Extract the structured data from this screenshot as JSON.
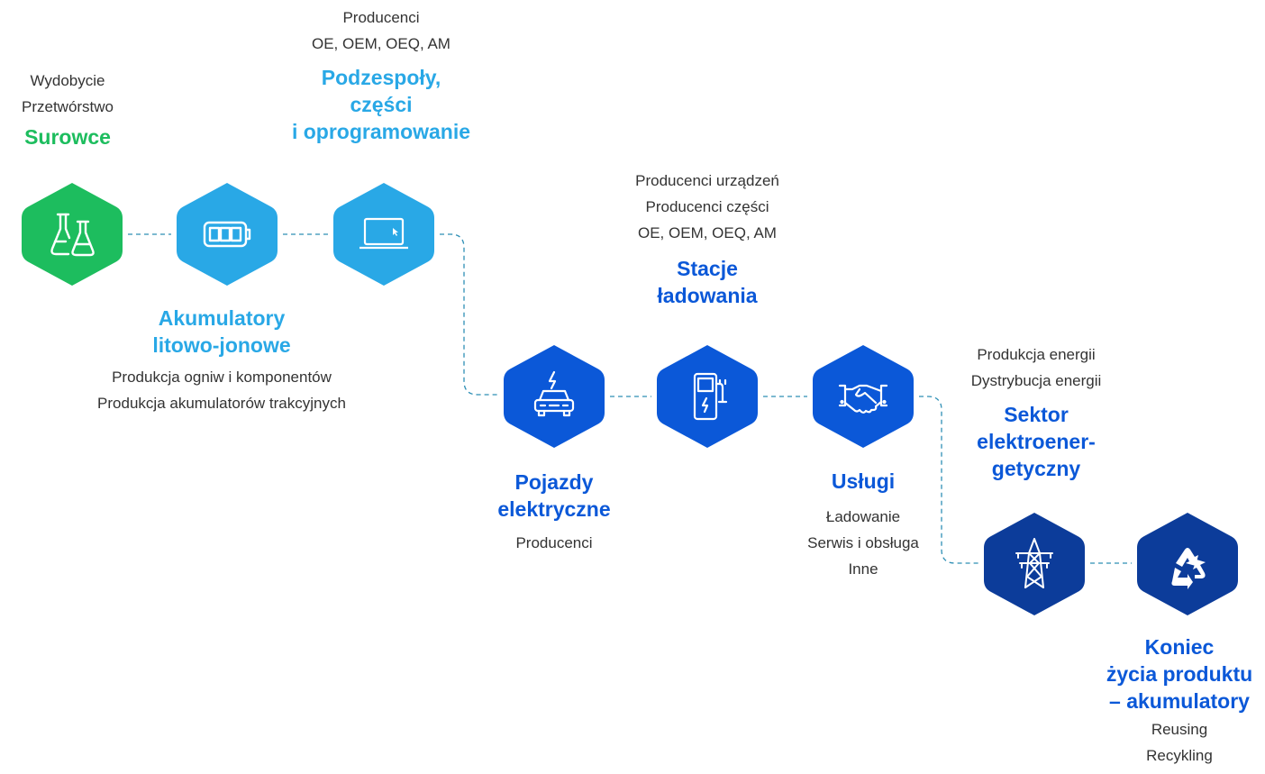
{
  "colors": {
    "green": "#1dbd5e",
    "light_blue": "#29a8e6",
    "mid_blue": "#0b58d8",
    "dark_blue": "#0c3c9a",
    "connector": "#2e8fb5",
    "text": "#333333"
  },
  "nodes": [
    {
      "id": "surowce",
      "title_lines": [
        "Surowce"
      ],
      "subtitles": [
        "Wydobycie",
        "Przetwórstwo"
      ],
      "icon": "flasks-icon",
      "color": "#1dbd5e"
    },
    {
      "id": "akumulatory",
      "title_lines": [
        "Akumulatory",
        "litowo-jonowe"
      ],
      "subtitles": [
        "Produkcja ogniw i komponentów",
        "Produkcja akumulatorów trakcyjnych"
      ],
      "icon": "battery-icon",
      "color": "#29a8e6"
    },
    {
      "id": "podzespoly",
      "title_lines": [
        "Podzespoły,",
        "części",
        "i oprogramowanie"
      ],
      "subtitles": [
        "Producenci",
        "OE, OEM, OEQ, AM"
      ],
      "icon": "laptop-icon",
      "color": "#29a8e6"
    },
    {
      "id": "pojazdy",
      "title_lines": [
        "Pojazdy",
        "elektryczne"
      ],
      "subtitles": [
        "Producenci"
      ],
      "icon": "electric-car-icon",
      "color": "#0b58d8"
    },
    {
      "id": "stacje",
      "title_lines": [
        "Stacje",
        "ładowania"
      ],
      "subtitles": [
        "Producenci urządzeń",
        "Producenci części",
        "OE, OEM, OEQ, AM"
      ],
      "icon": "charging-station-icon",
      "color": "#0b58d8"
    },
    {
      "id": "uslugi",
      "title_lines": [
        "Usługi"
      ],
      "subtitles": [
        "Ładowanie",
        "Serwis i obsługa",
        "Inne"
      ],
      "icon": "handshake-icon",
      "color": "#0b58d8"
    },
    {
      "id": "sektor",
      "title_lines": [
        "Sektor",
        "elektroener-",
        "getyczny"
      ],
      "subtitles": [
        "Produkcja energii",
        "Dystrybucja energii"
      ],
      "icon": "power-pylon-icon",
      "color": "#0c3c9a"
    },
    {
      "id": "koniec",
      "title_lines": [
        "Koniec",
        "życia produktu",
        "– akumulatory"
      ],
      "subtitles": [
        "Reusing",
        "Recykling"
      ],
      "icon": "recycle-icon",
      "color": "#0c3c9a"
    }
  ]
}
